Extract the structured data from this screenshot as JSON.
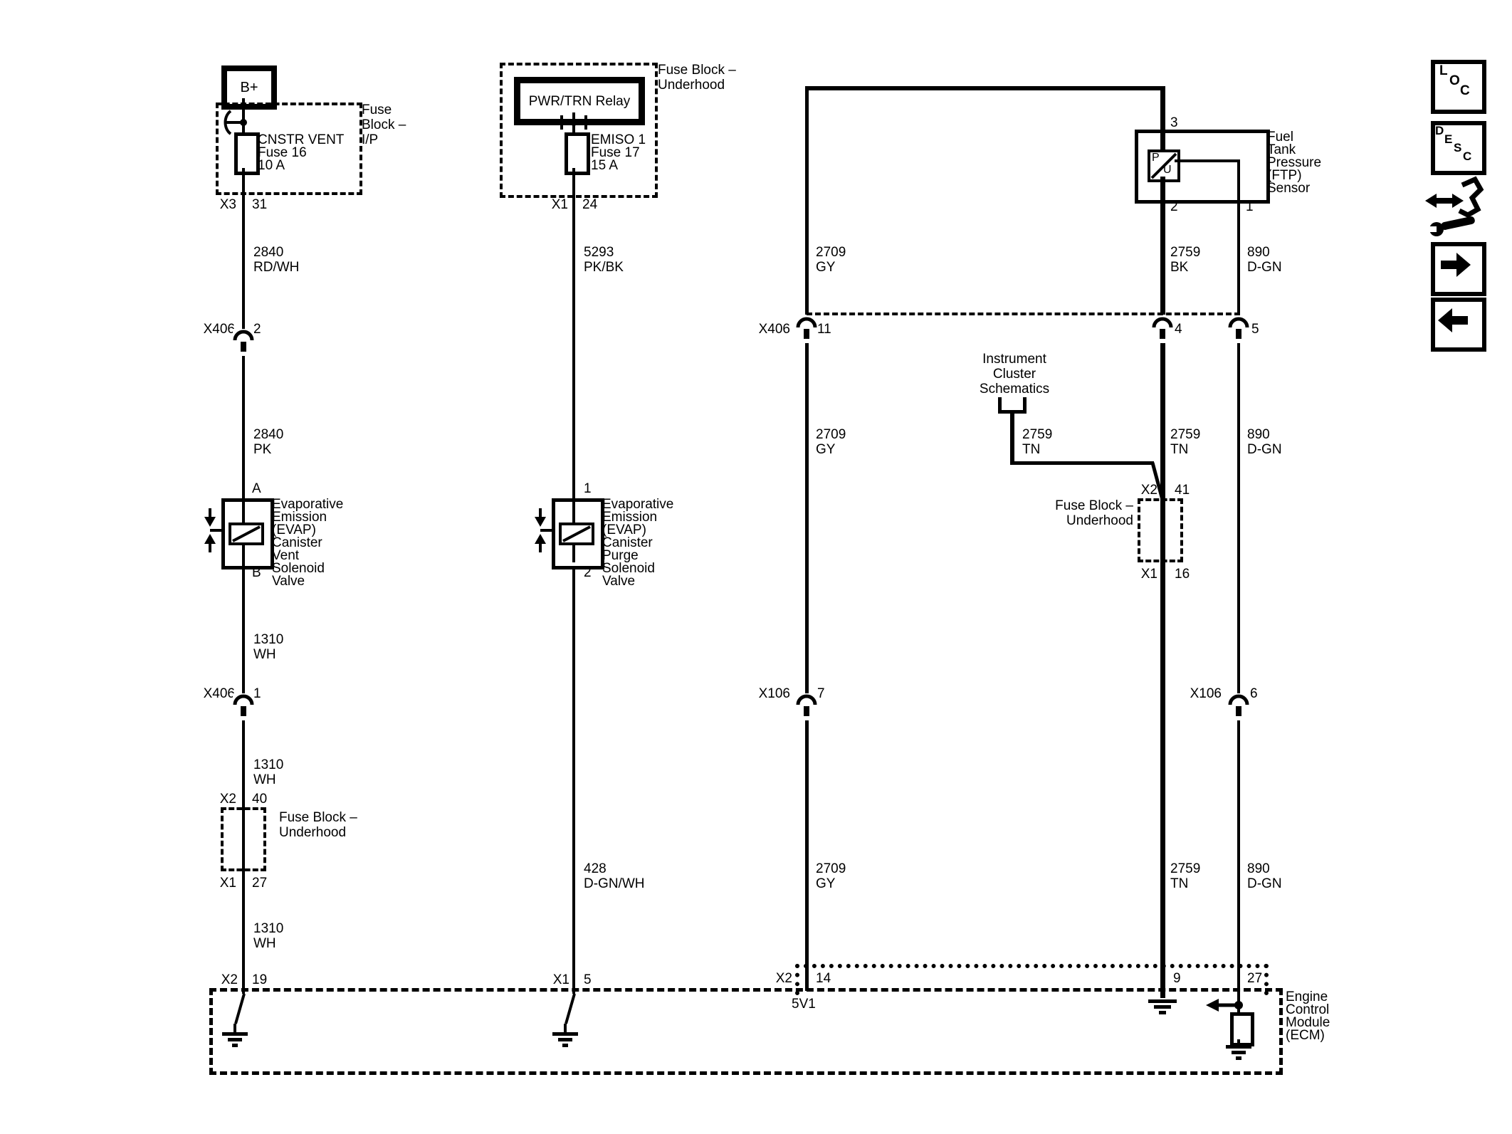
{
  "colors": {
    "ink": "#000000",
    "paper": "#ffffff"
  },
  "battery": {
    "label": "B+"
  },
  "ip_fuse_block": {
    "title": "Fuse\nBlock –\nI/P",
    "fuse": "CNSTR VENT\nFuse 16\n10 A",
    "out_l": "X3",
    "out_r": "31"
  },
  "uh_fuse_block_top": {
    "title": "Fuse Block –\nUnderhood",
    "relay": "PWR/TRN Relay",
    "fuse": "EMISO 1\nFuse 17\n15 A",
    "out_l": "X1",
    "out_r": "24"
  },
  "ftp_sensor": {
    "title": "Fuel\nTank\nPressure\n(FTP)\nSensor",
    "pin_top": "3",
    "pin_sig": "2",
    "pin_low": "1",
    "p": "P",
    "u": "U"
  },
  "vent_valve": {
    "title": "Evaporative\nEmission\n(EVAP)\nCanister\nVent\nSolenoid\nValve",
    "pin_top": "A",
    "pin_bot": "B"
  },
  "purge_valve": {
    "title": "Evaporative\nEmission\n(EVAP)\nCanister\nPurge\nSolenoid\nValve",
    "pin_top": "1",
    "pin_bot": "2"
  },
  "instrument_cluster": {
    "title": "Instrument\nCluster\nSchematics",
    "wire": "2759\nTN"
  },
  "uh_fuse_block_mid": {
    "title": "Fuse Block –\nUnderhood",
    "in_l": "X2",
    "in_r": "41",
    "out_l": "X1",
    "out_r": "16"
  },
  "uh_fuse_block_left": {
    "title": "Fuse Block –\nUnderhood",
    "in_l": "X2",
    "in_r": "40",
    "out_l": "X1",
    "out_r": "27"
  },
  "wires": {
    "w2840rdwh": "2840\nRD/WH",
    "w2840pk": "2840\nPK",
    "w5293": "5293\nPK/BK",
    "w428": "428\nD-GN/WH",
    "w1310a": "1310\nWH",
    "w1310b": "1310\nWH",
    "w1310c": "1310\nWH",
    "w2709a": "2709\nGY",
    "w2709b": "2709\nGY",
    "w2709c": "2709\nGY",
    "w2759bk": "2759\nBK",
    "w2759tn_mid": "2759\nTN",
    "w2759tn_low": "2759\nTN",
    "w890a": "890\nD-GN",
    "w890b": "890\nD-GN",
    "w890c": "890\nD-GN"
  },
  "connectors": {
    "x406_2_l": "X406",
    "x406_2_r": "2",
    "x406_1_l": "X406",
    "x406_1_r": "1",
    "x406_11_l": "X406",
    "x406_11_r": "11",
    "x406_p4": "4",
    "x406_p5": "5",
    "x106_7_l": "X106",
    "x106_7_r": "7",
    "x106_6_l": "X106",
    "x106_6_r": "6"
  },
  "ecm": {
    "title": "Engine\nControl\nModule\n(ECM)",
    "pin19_l": "X2",
    "pin19_r": "19",
    "pin5_l": "X1",
    "pin5_r": "5",
    "pin14_l": "X2",
    "pin14_r": "14",
    "pin9": "9",
    "pin27": "27",
    "ref5v": "5V1"
  },
  "toolbar": {
    "loc_l": "L",
    "loc_o": "O",
    "loc_c": "C",
    "desc_d": "D",
    "desc_e": "E",
    "desc_s": "S",
    "desc_c": "C"
  }
}
